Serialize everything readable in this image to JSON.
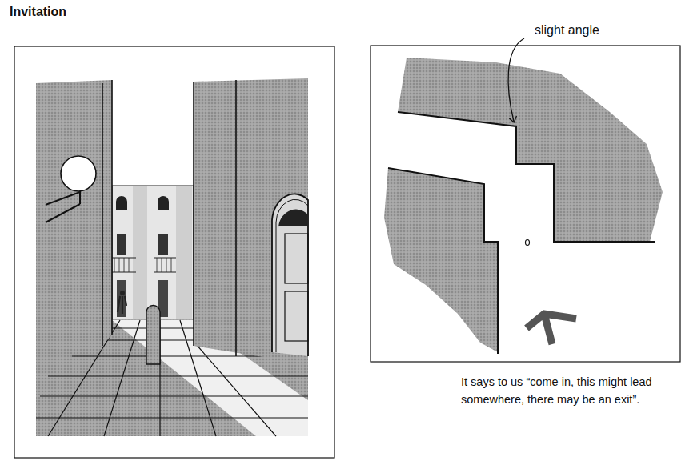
{
  "diagram": {
    "title": "Invitation",
    "caption": "It says to us “come in, this might lead somewhere, there may be an exit”.",
    "labels": [
      "slight angle"
    ]
  }
}
